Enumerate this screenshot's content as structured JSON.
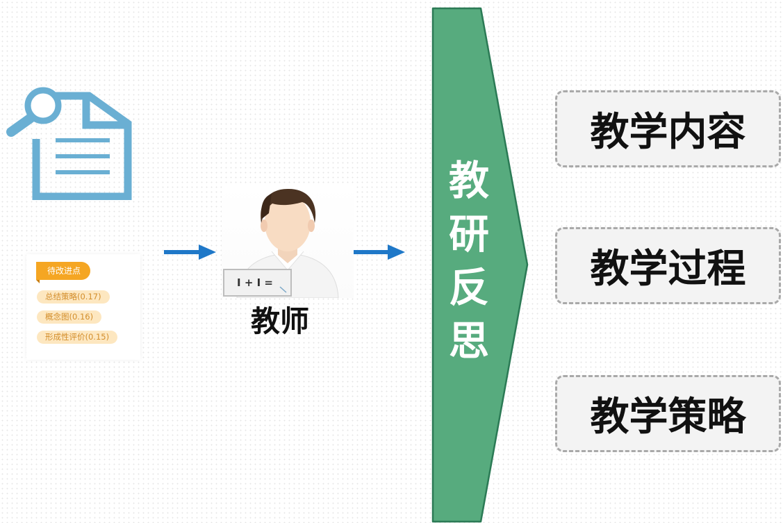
{
  "colors": {
    "icon_blue": "#6aafd3",
    "arrow_blue": "#1f78c8",
    "reflect_green": "#57ab7e",
    "reflect_border": "#2b7a55",
    "chip_orange": "#f5a623",
    "chip_bg": "#fde7c0",
    "box_border": "#a9a9a9",
    "box_bg": "#f3f3f3"
  },
  "source": {
    "icon": "document-search-icon",
    "card_title": "待改进点",
    "items": [
      "总结策略(0.17)",
      "概念图(0.16)",
      "形成性评价(0.15)"
    ]
  },
  "teacher": {
    "label": "教师",
    "board_text": "I + I ="
  },
  "reflection": {
    "label": "教研反思"
  },
  "dimensions": [
    "教学内容",
    "教学过程",
    "教学策略"
  ]
}
